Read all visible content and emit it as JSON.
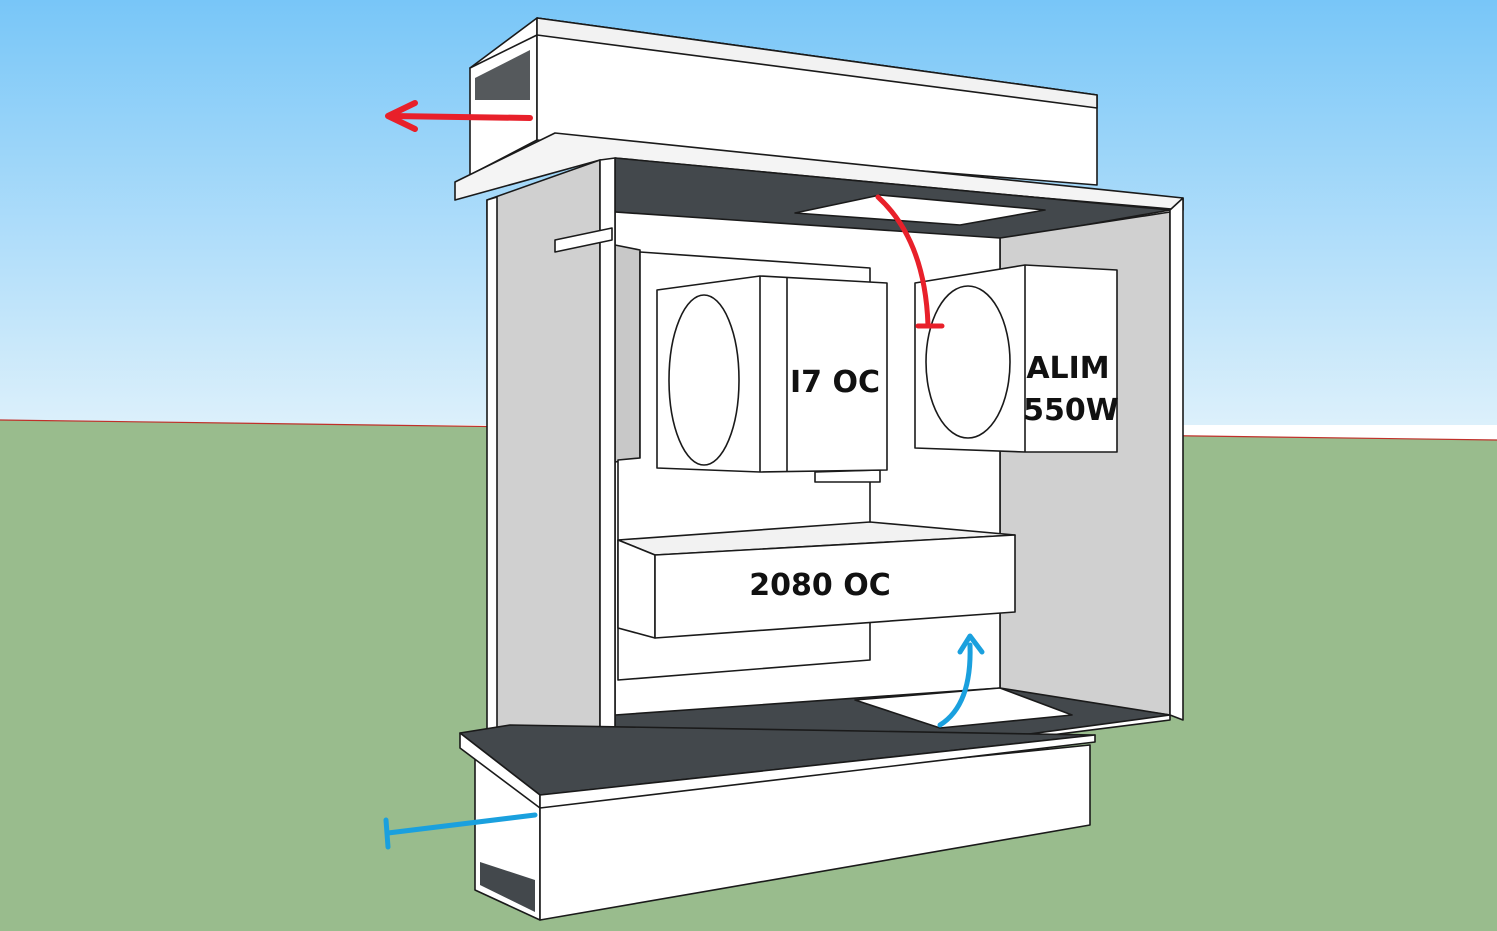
{
  "diagram": {
    "components": {
      "cpu": {
        "label": "I7 OC"
      },
      "psu": {
        "label_line1": "ALIM",
        "label_line2": "550W"
      },
      "gpu": {
        "label": "2080 OC"
      }
    },
    "colors": {
      "sky_top": "#78c6f8",
      "sky_horizon": "#dcf0fb",
      "ground": "#99bc8d",
      "exhaust_arrow": "#e8202a",
      "intake_arrow": "#1aa0de",
      "dark_panel": "#43484c",
      "side_panel": "#d0d0d0"
    }
  }
}
